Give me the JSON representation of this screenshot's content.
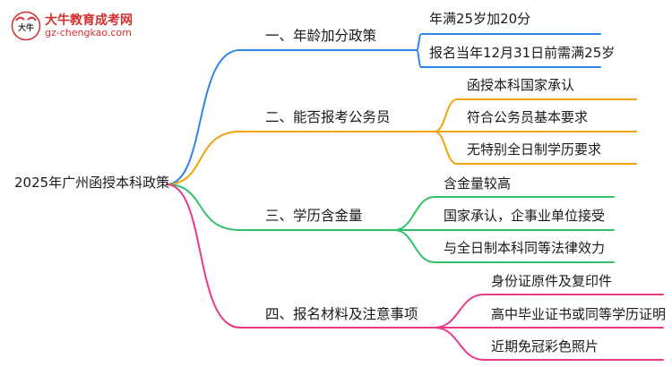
{
  "brand": {
    "name": "大牛教育成考网",
    "url": "gz-chengkao.com",
    "badge_text": "大牛"
  },
  "mindmap": {
    "root": "2025年广州函授本科政策",
    "branches": [
      {
        "label": "一、年龄加分政策",
        "color": "#2f86e8",
        "leaves": [
          "年满25岁加20分",
          "报名当年12月31日前需满25岁"
        ]
      },
      {
        "label": "二、能否报考公务员",
        "color": "#f0a30a",
        "leaves": [
          "函授本科国家承认",
          "符合公务员基本要求",
          "无特别全日制学历要求"
        ]
      },
      {
        "label": "三、学历含金量",
        "color": "#2fc268",
        "leaves": [
          "含金量较高",
          "国家承认，企事业单位接受",
          "与全日制本科同等法律效力"
        ]
      },
      {
        "label": "四、报名材料及注意事项",
        "color": "#e83a8a",
        "leaves": [
          "身份证原件及复印件",
          "高中毕业证书或同等学历证明",
          "近期免冠彩色照片"
        ]
      }
    ]
  }
}
